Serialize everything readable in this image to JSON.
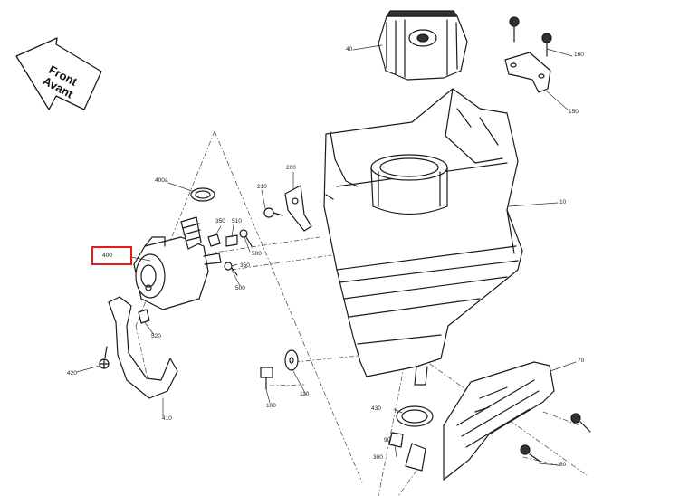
{
  "direction": {
    "line1": "Front",
    "line2": "Avant"
  },
  "highlight_color": "#e31b1b",
  "callouts": {
    "c40": "40",
    "c160": "160",
    "c150": "150",
    "c10": "10",
    "c400a": "400a",
    "c200": "200",
    "c210": "210",
    "c350a": "350",
    "c510": "510",
    "c500a": "500",
    "c400": "400",
    "c350b": "350",
    "c500b": "500",
    "c520": "520",
    "c420": "420",
    "c410": "410",
    "c100": "100",
    "c110": "110",
    "c70": "70",
    "c430": "430",
    "c90": "90",
    "c300": "300",
    "c80": "80"
  }
}
